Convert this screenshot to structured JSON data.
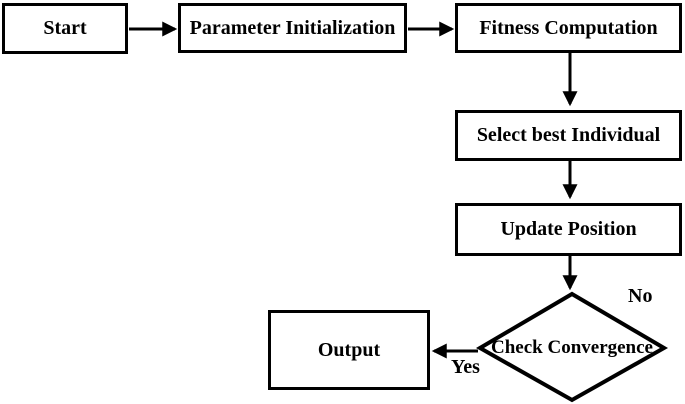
{
  "figure": {
    "type": "flowchart",
    "colors": {
      "background": "#ffffff",
      "stroke": "#000000",
      "text": "#000000"
    }
  },
  "nodes": {
    "start": {
      "label": "Start",
      "shape": "rect"
    },
    "parameter_initialization": {
      "label": "Parameter Initialization",
      "shape": "rect"
    },
    "fitness_computation": {
      "label": "Fitness Computation",
      "shape": "rect"
    },
    "select_best_individual": {
      "label": "Select best Individual",
      "shape": "rect"
    },
    "update_position": {
      "label": "Update Position",
      "shape": "rect"
    },
    "check_convergence": {
      "label": "Check Convergence",
      "shape": "diamond"
    },
    "output": {
      "label": "Output",
      "shape": "rect"
    }
  },
  "edges": [
    {
      "from": "start",
      "to": "parameter_initialization"
    },
    {
      "from": "parameter_initialization",
      "to": "fitness_computation"
    },
    {
      "from": "fitness_computation",
      "to": "select_best_individual"
    },
    {
      "from": "select_best_individual",
      "to": "update_position"
    },
    {
      "from": "update_position",
      "to": "check_convergence"
    },
    {
      "from": "check_convergence",
      "to": "output",
      "label": "Yes"
    },
    {
      "from": "check_convergence",
      "label": "No"
    }
  ],
  "edge_labels": {
    "yes": "Yes",
    "no": "No"
  }
}
